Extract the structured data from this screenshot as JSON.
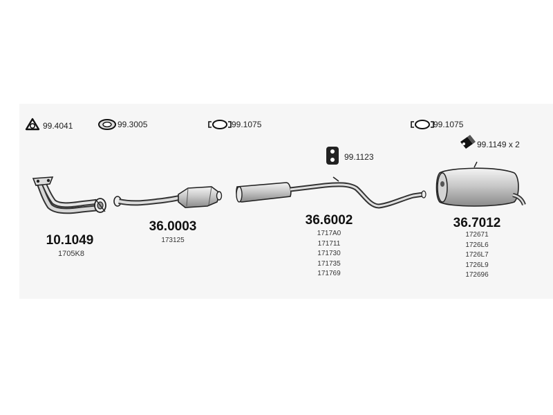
{
  "accessories": [
    {
      "code": "99.4041",
      "icon": "triangle-gasket-icon"
    },
    {
      "code": "99.3005",
      "icon": "ring-gasket-icon"
    },
    {
      "code": "99.1075",
      "icon": "oval-clamp-icon"
    },
    {
      "code": "99.1075",
      "icon": "oval-clamp-icon"
    },
    {
      "code": "99.1149 x 2",
      "icon": "mounting-bracket-icon"
    },
    {
      "code": "99.1123",
      "icon": "rubber-hanger-icon"
    }
  ],
  "parts": [
    {
      "number": "10.1049",
      "refs": [
        "1705K8"
      ],
      "icon": "front-pipe-icon"
    },
    {
      "number": "36.0003",
      "refs": [
        "173125"
      ],
      "icon": "catalytic-converter-icon"
    },
    {
      "number": "36.6002",
      "refs": [
        "1717A0",
        "171711",
        "171730",
        "171735",
        "171769"
      ],
      "icon": "middle-silencer-icon"
    },
    {
      "number": "36.7012",
      "refs": [
        "172671",
        "1726L6",
        "1726L7",
        "1726L9",
        "172696"
      ],
      "icon": "rear-silencer-icon"
    }
  ]
}
